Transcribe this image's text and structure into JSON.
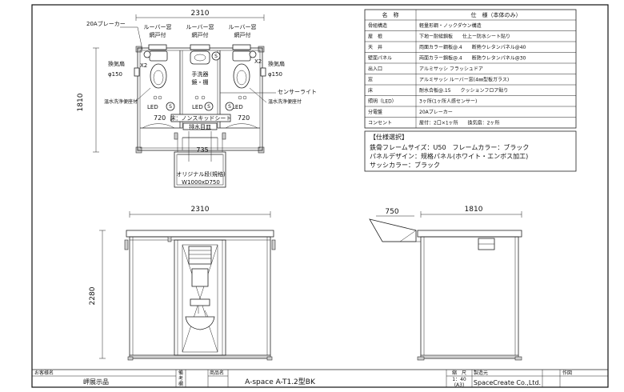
{
  "plan": {
    "dim_width": "2310",
    "dim_height": "1810",
    "label_breaker": "20Aブレーカー",
    "louver_left": "ルーバー窓",
    "louver_center": "ルーバー窓",
    "louver_right": "ルーバー窓",
    "screen_left": "網戸付",
    "screen_center": "網戸付",
    "screen_right": "網戸付",
    "x2_left": "X2",
    "x2_right": "X2",
    "fan_left": "換気扇",
    "fan_left_size": "φ150",
    "fan_right": "換気扇",
    "fan_right_size": "φ150",
    "sink_label": "手洗器",
    "sink_label2": "鏡・棚",
    "sensor_light": "センサーライト",
    "washlet_left": "温水洗浄便座付",
    "washlet_right": "温水洗浄便座付",
    "led_left": "LED",
    "led_center": "LED",
    "led_right": "LED",
    "room_left_w": "720",
    "room_right_w": "720",
    "floor_label": "床：ノンスキッドシート",
    "drain_label": "排水目皿",
    "door_w": "735",
    "step_label": "オリジナル段(規格)",
    "step_size": "W1000xD750"
  },
  "front": {
    "dim_width": "2310",
    "dim_height": "2280"
  },
  "side": {
    "dim_depth": "1810",
    "dim_canopy": "750"
  },
  "spec": {
    "header_name": "名　称",
    "header_spec": "仕　様（本体のみ）",
    "rows": [
      {
        "name": "骨組構造",
        "value": "軽量形鋼・ノックダウン構造"
      },
      {
        "name": "屋　根",
        "value": "下地ー耐候鋼板　　仕上ー防水シート貼り"
      },
      {
        "name": "天　井",
        "value": "両面カラー鋼板@.4　　断熱ウレタンパネル@40"
      },
      {
        "name": "壁面パネル",
        "value": "両面カラー鋼板@.4　　断熱ウレタンパネル@30"
      },
      {
        "name": "出入口",
        "value": "アルミサッシ フラッシュドア"
      },
      {
        "name": "窓",
        "value": "アルミサッシ ルーバー窓(4㎜型板ガラス)"
      },
      {
        "name": "床",
        "value": "耐水合板@.15　　クッションフロア貼り"
      },
      {
        "name": "照明（LED）",
        "value": "3ヶ所(1ヶ所人感センサー)"
      },
      {
        "name": "分電盤",
        "value": "20Aブレーカー"
      },
      {
        "name": "コンセント",
        "value": "屋付：2口×1ヶ所　　換気扇：2ヶ所"
      }
    ],
    "options_title": "【仕様選択】",
    "options": [
      "鉄骨フレームサイズ：U50　フレームカラー：ブラック",
      "パネルデザイン：规格パネル(ホワイト・エンボス加工)",
      "サッシカラー：ブラック"
    ]
  },
  "titleblock": {
    "client_label": "お客様名",
    "client_value": "岬展示品",
    "note_label1": "備",
    "note_label2": "考",
    "note_label3": "欄",
    "product_label": "商品名",
    "product_value": "A-space A-T1.2型BK",
    "scale_label": "縮　尺",
    "scale_value": "1：40",
    "paper_value": "(A3)",
    "maker_label": "製造元",
    "maker_value": "SpaceCreate Co.,Ltd.",
    "author_label": "作図"
  }
}
